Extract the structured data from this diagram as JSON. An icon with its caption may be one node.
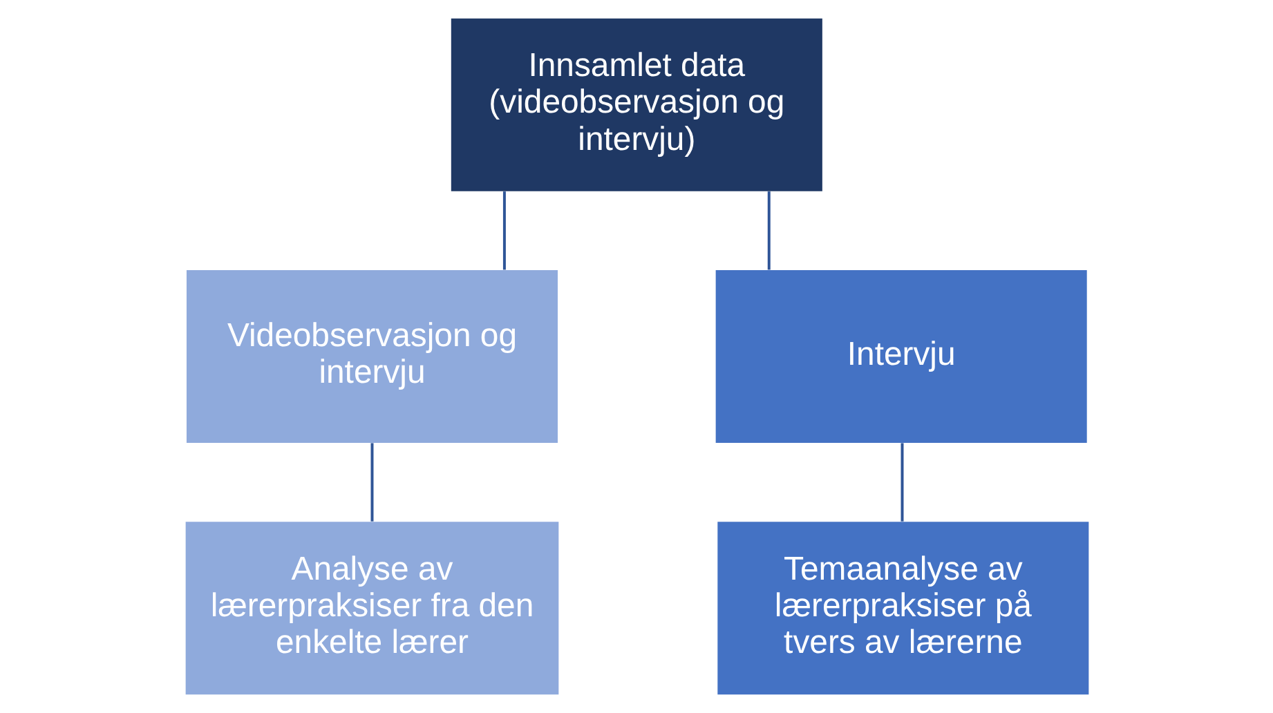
{
  "diagram": {
    "nodes": [
      {
        "text": [
          "Innsamlet data (videobservasjon og intervju)"
        ]
      },
      {
        "text": [
          "Videobservasjon og intervju"
        ]
      },
      {
        "text": [
          "Intervju"
        ]
      },
      {
        "text": [
          "Analyse av lærerpraksiser fra den enkelte lærer"
        ]
      },
      {
        "text": [
          "Temaanalyse av lærerpraksiser på tvers av lærerne"
        ]
      }
    ],
    "edges": [
      {
        "from": 0,
        "to": 1,
        "arrow": "none"
      },
      {
        "from": 0,
        "to": 2,
        "arrow": "none"
      },
      {
        "from": 1,
        "to": 3,
        "arrow": "none"
      },
      {
        "from": 2,
        "to": 4,
        "arrow": "none"
      }
    ]
  }
}
